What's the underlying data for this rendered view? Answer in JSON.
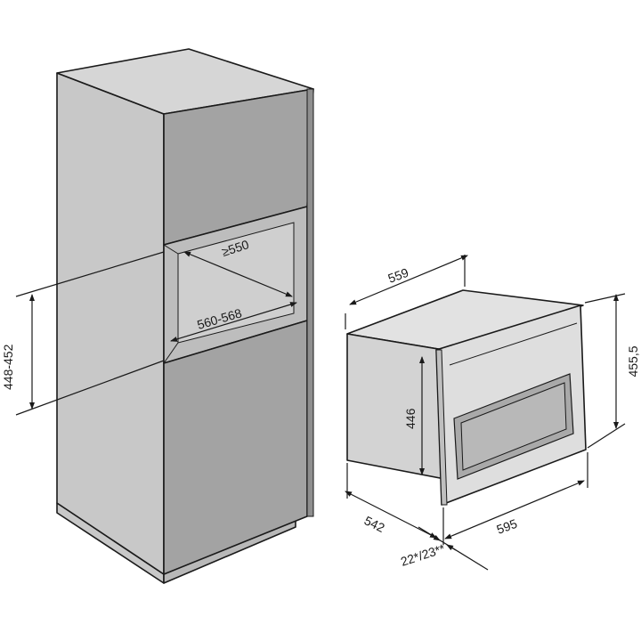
{
  "colors": {
    "outline": "#1a1a1a",
    "cabinet_front": "#a3a3a3",
    "cabinet_side": "#c8c8c8",
    "cabinet_top": "#d6d6d6",
    "niche_interior": "#bdbdbd",
    "appliance_body": "#d3d3d3",
    "appliance_front": "#dedede",
    "window": "#a9a9a9"
  },
  "dimensions": {
    "niche_depth": "≥550",
    "niche_width": "560-568",
    "niche_height": "448-452",
    "appliance_depth": "559",
    "appliance_body_height": "446",
    "appliance_total_height": "455,5",
    "appliance_width": "595",
    "appliance_body_depth": "542",
    "front_panel_depth": "22*/23**"
  }
}
